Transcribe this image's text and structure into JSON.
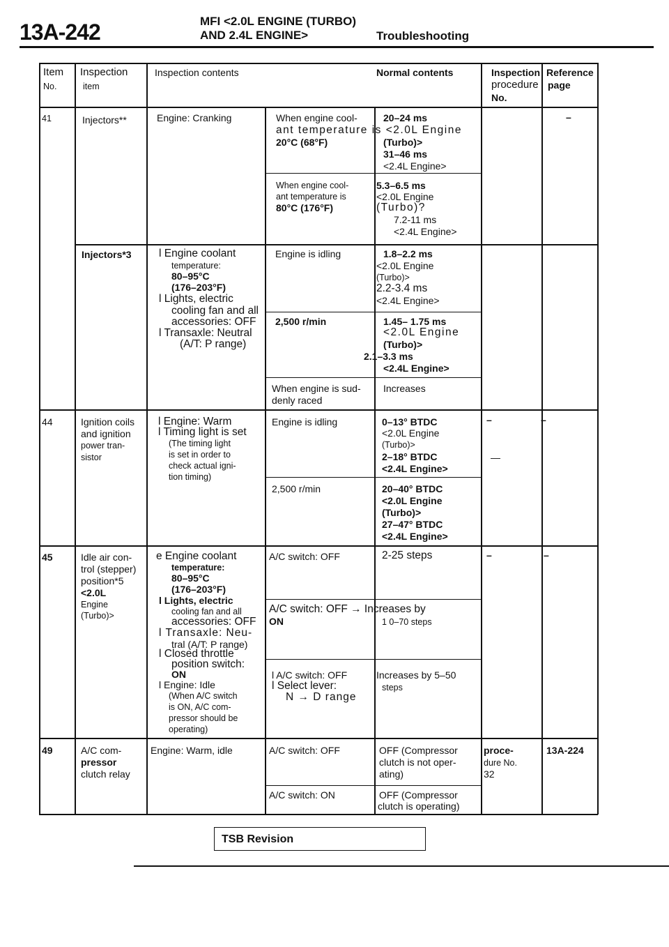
{
  "header": {
    "page_number": "13A-242",
    "line1": "MFI <2.0L ENGINE (TURBO)",
    "line2": "AND 2.4L ENGINE>",
    "section": "Troubleshooting"
  },
  "columns": {
    "item_no_1": "Item",
    "item_no_2": "No.",
    "inspection_item_1": "Inspection",
    "inspection_item_2": "item",
    "inspection_contents": "Inspection contents",
    "normal_contents": "Normal contents",
    "procedure_1": "Inspection",
    "procedure_2": "procedure",
    "procedure_3": "No.",
    "reference_1": "Reference",
    "reference_2": "page"
  },
  "rows": [
    {
      "no": "41",
      "item": [
        "Injectors**"
      ],
      "contents": [
        "Engine: Cranking"
      ],
      "sub": [
        {
          "condition": [
            "When engine cool-",
            "ant temperature is <2.0L Engine",
            "20°C (68°F)"
          ],
          "normal": [
            "20–24 ms",
            "(Turbo)>",
            "31–46 ms",
            "<2.4L Engine>"
          ]
        },
        {
          "condition": [
            "When engine cool-",
            "ant temperature is",
            "80°C (176°F)"
          ],
          "normal": [
            "5.3–6.5 ms",
            "<2.0L Engine",
            "(Turbo)?",
            "7.2-11 ms",
            "<2.4L Engine>"
          ]
        }
      ]
    },
    {
      "no": "",
      "item": [
        "Injectors*3"
      ],
      "contents": [
        "l Engine coolant",
        "temperature:",
        "80–95°C",
        "(176–203°F)",
        "l Lights, electric",
        "cooling fan and all",
        "accessories: OFF",
        "l Transaxle: Neutral",
        "(A/T: P range)"
      ],
      "sub": [
        {
          "condition": [
            "Engine is idling"
          ],
          "normal": [
            "1.8–2.2 ms",
            "<2.0L Engine",
            "(Turbo)>",
            "2.2-3.4 ms",
            "<2.4L Engine>"
          ]
        },
        {
          "condition": [
            "2,500 r/min"
          ],
          "normal": [
            "1.45– 1.75 ms",
            "<2.0L Engine",
            "(Turbo)>",
            "2.1–3.3 ms",
            "<2.4L Engine>"
          ]
        },
        {
          "condition": [
            "When engine is sud-",
            "denly raced"
          ],
          "normal": [
            "Increases"
          ]
        }
      ]
    },
    {
      "no": "44",
      "item": [
        "Ignition coils",
        "and ignition",
        "power tran-",
        "sistor"
      ],
      "contents": [
        "l Engine: Warm",
        "l Timing light is set",
        "(The timing light",
        "is set in order to",
        "check actual igni-",
        "tion timing)"
      ],
      "sub": [
        {
          "condition": [
            "Engine is idling"
          ],
          "normal": [
            "0–13° BTDC",
            "<2.0L Engine",
            "(Turbo)>",
            "2–18° BTDC",
            "<2.4L Engine>"
          ]
        },
        {
          "condition": [
            "2,500 r/min"
          ],
          "normal": [
            "20–40° BTDC",
            "<2.0L Engine",
            "(Turbo)>",
            "27–47° BTDC",
            "<2.4L Engine>"
          ]
        }
      ]
    },
    {
      "no": "45",
      "item": [
        "Idle air con-",
        "trol (stepper)",
        "position*5",
        "<2.0L",
        "Engine",
        "(Turbo)>"
      ],
      "contents": [
        "e Engine coolant",
        "temperature:",
        "80–95°C",
        "(176–203°F)",
        "l Lights, electric",
        "cooling fan and all",
        "accessories: OFF",
        "l Transaxle: Neu-",
        "tral (A/T: P range)",
        "l Closed throttle",
        "position switch:",
        "ON",
        "l Engine: Idle",
        "(When A/C switch",
        "is ON, A/C com-",
        "pressor should be",
        "operating)"
      ],
      "sub": [
        {
          "condition": [
            "A/C switch: OFF"
          ],
          "normal": [
            "2-25 steps"
          ]
        },
        {
          "condition": [
            "A/C switch: OFF → Increases by",
            "ON"
          ],
          "normal": [
            "1 0–70 steps"
          ]
        },
        {
          "condition": [
            "l A/C switch: OFF",
            "l Select lever:",
            "N → D range"
          ],
          "normal": [
            "Increases by 5–50",
            "steps"
          ]
        }
      ],
      "procedure": "–",
      "reference": "–"
    },
    {
      "no": "49",
      "item": [
        "A/C com-",
        "pressor",
        "clutch relay"
      ],
      "contents": [
        "Engine: Warm, idle"
      ],
      "sub": [
        {
          "condition": [
            "A/C switch: OFF"
          ],
          "normal": [
            "OFF (Compressor",
            "clutch is not oper-",
            "ating)"
          ]
        },
        {
          "condition": [
            "A/C switch: ON"
          ],
          "normal": [
            "OFF (Compressor",
            "clutch is operating)"
          ]
        }
      ],
      "procedure": [
        "proce-",
        "dure No.",
        "32"
      ],
      "reference": "13A-224"
    }
  ],
  "dashes": {
    "row44_proc": "–",
    "row44_ref": "–",
    "row44_proc2": "—",
    "row41_ref": "–"
  },
  "footer": {
    "tsb_revision": "TSB Revision"
  }
}
